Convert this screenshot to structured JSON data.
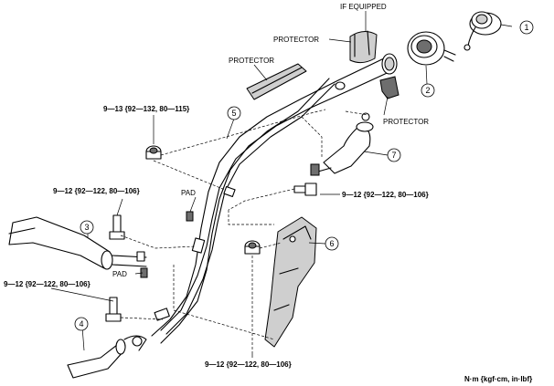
{
  "labels": {
    "if_equipped": "IF EQUIPPED",
    "protector_top": "PROTECTOR",
    "protector_left": "PROTECTOR",
    "protector_right": "PROTECTOR",
    "pad_upper": "PAD",
    "pad_lower": "PAD",
    "units": "N·m {kgf·cm, in·lbf}"
  },
  "torques": {
    "nut_upper": "9—13 {92—132, 80—115}",
    "bolt_left_upper": "9—12 {92—122, 80—106}",
    "bolt_left_lower": "9—12 {92—122, 80—106}",
    "bolt_right": "9—12 {92—122, 80—106}",
    "nut_bottom": "9—12 {92—122, 80—106}"
  },
  "callouts": [
    "1",
    "2",
    "3",
    "4",
    "5",
    "6",
    "7"
  ]
}
